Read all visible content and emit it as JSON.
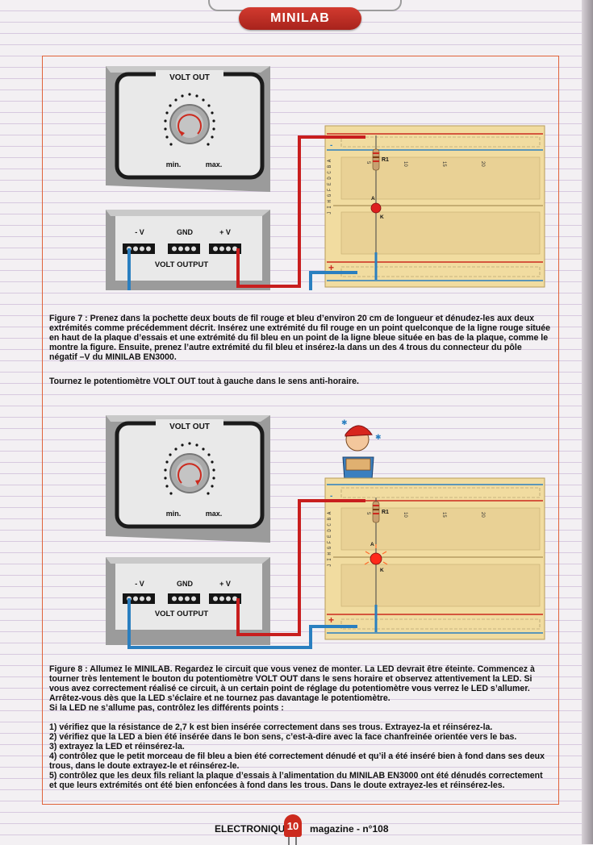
{
  "header": {
    "tab_label": "MINILAB"
  },
  "figure7": {
    "panel_title": "VOLT OUT",
    "knob_min": "min.",
    "knob_max": "max.",
    "terminals": [
      "- V",
      "GND",
      "+ V"
    ],
    "output_label": "VOLT OUTPUT",
    "breadboard": {
      "r1_label": "R1",
      "anode": "A",
      "cathode": "K",
      "col_numbers": [
        "5",
        "10",
        "15",
        "20"
      ],
      "row_letters": "J I H G F E D C B A",
      "plus_sign": "+",
      "minus_sign": "-"
    }
  },
  "figure8": {
    "panel_title": "VOLT OUT",
    "knob_min": "min.",
    "knob_max": "max.",
    "terminals": [
      "- V",
      "GND",
      "+ V"
    ],
    "output_label": "VOLT OUTPUT",
    "breadboard": {
      "r1_label": "R1",
      "anode": "A",
      "cathode": "K",
      "col_numbers": [
        "5",
        "10",
        "15",
        "20"
      ],
      "row_letters": "J I H G F E D C B A",
      "plus_sign": "+",
      "minus_sign": "-"
    }
  },
  "caption7": "Figure 7 : Prenez dans la pochette deux bouts de fil rouge et bleu d’environ 20 cm de longueur et dénudez-les aux deux extrémités comme précédemment décrit. Insérez une extrémité du fil rouge en un point quelconque de la ligne rouge située en haut de la plaque d’essais et une extrémité du fil bleu en un point de la ligne bleue située en bas de la plaque, comme le montre la figure. Ensuite, prenez l’autre extrémité du fil bleu et insérez-la dans un des 4 trous du connecteur du pôle négatif –V du MINILAB EN3000.",
  "caption7_note": "Tournez le potentiomètre VOLT OUT tout à gauche dans le sens anti-horaire.",
  "caption8": {
    "intro": "Figure 8 : Allumez le MINILAB. Regardez le circuit que vous venez de monter. La LED devrait être éteinte. Commencez à tourner très lentement le bouton du potentiomètre VOLT OUT dans le sens horaire et observez attentivement la LED. Si vous avez correctement réalisé ce circuit, à un certain point de réglage du potentiomètre vous verrez le LED s’allumer. Arrêtez-vous dès que la LED s’éclaire et ne tournez pas davantage le potentiomètre.",
    "intro_last": "Si la LED ne s’allume pas, contrôlez les différents points :",
    "steps": [
      "1) vérifiez que la résistance de 2,7 k est bien insérée correctement dans ses trous. Extrayez-la et réinsérez-la.",
      "2) vérifiez que la LED a bien été insérée dans le bon sens, c’est-à-dire avec la face chanfreinée orientée vers le bas.",
      "3) extrayez la LED et réinsérez-la.",
      "4) contrôlez que le petit morceau de fil bleu a bien été correctement dénudé et qu’il a été inséré bien à fond dans ses deux trous, dans le doute extrayez-le et réinsérez-le.",
      "5) contrôlez que les deux fils reliant la plaque d’essais à l’alimentation du MINILAB EN3000 ont été dénudés correctement et que leurs extrémités ont été bien enfoncées à fond dans les trous. Dans le doute extrayez-les et réinsérez-les."
    ]
  },
  "footer": {
    "left": "ELECTRONIQUE",
    "page": "10",
    "right": "magazine - n°108"
  },
  "colors": {
    "accent": "#c8281e",
    "frame": "#e0633a",
    "wire_red": "#c81e1e",
    "wire_blue": "#2a7fc0",
    "board": "#f1dca0"
  }
}
